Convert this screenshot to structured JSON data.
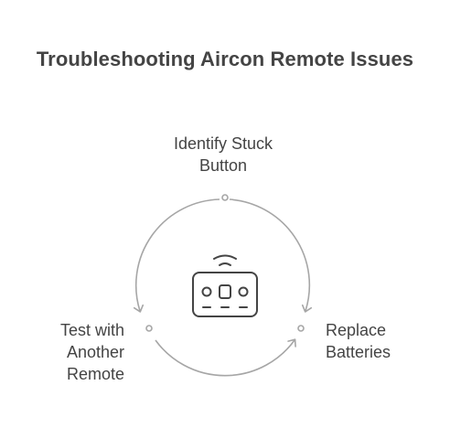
{
  "title": "Troubleshooting Aircon Remote Issues",
  "steps": [
    {
      "line1": "Identify Stuck",
      "line2": "Button"
    },
    {
      "line1": "Replace",
      "line2": "Batteries"
    },
    {
      "line1": "Test with",
      "line2": "Another",
      "line3": "Remote"
    }
  ],
  "center_icon": "remote-control-icon",
  "colors": {
    "text": "#444444",
    "arrow": "#a6a6a6",
    "icon": "#444444"
  }
}
